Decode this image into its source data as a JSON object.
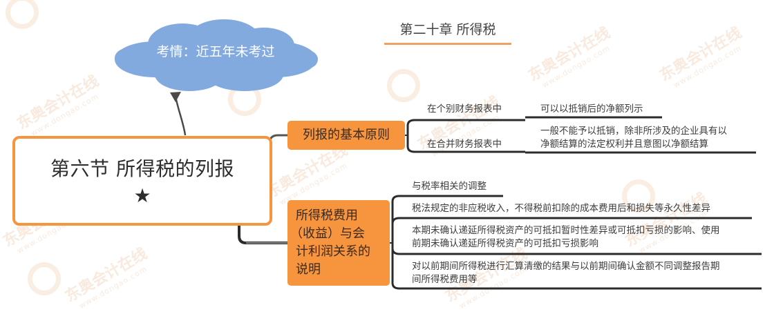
{
  "header": {
    "chapter_title": "第二十章 所得税",
    "accent_color": "#f0a060"
  },
  "callout": {
    "text": "考情：近五年未考过",
    "color": "#82aadf"
  },
  "central_node": {
    "title": "第六节 所得税的列报",
    "star": "★",
    "border_color": "#f7943e"
  },
  "branches": [
    {
      "label": "列报的基本原则",
      "color": "#f7943e",
      "children": [
        {
          "label": "在个别财务报表中",
          "detail": "可以以抵销后的净额列示"
        },
        {
          "label": "在合并财务报表中",
          "detail_lines": [
            "一般不能予以抵销，除非所涉及的企业具有以",
            "净额结算的法定权利并且意图以净额结算"
          ]
        }
      ]
    },
    {
      "label_lines": [
        "所得税费用",
        "（收益）与会",
        "计利润关系的",
        "说明"
      ],
      "color": "#f7943e",
      "children": [
        {
          "lines": [
            "与税率相关的调整"
          ]
        },
        {
          "lines": [
            "税法规定的非应税收入，不得税前扣除的成本费用后和损失等永久性差异"
          ]
        },
        {
          "lines": [
            "本期未确认递延所得税资产的可抵扣暂时性差异或可抵扣亏损的影响、使用",
            "前期未确认递延所得税资产的可抵扣亏损影响"
          ]
        },
        {
          "lines": [
            "对以前期间所得税进行汇算清缴的结果与以前期间确认金额不同调整报告期",
            "间所得税费用等"
          ]
        }
      ]
    }
  ],
  "watermark": {
    "brand": "东奥会计在线",
    "url": "www.dongao.com"
  }
}
